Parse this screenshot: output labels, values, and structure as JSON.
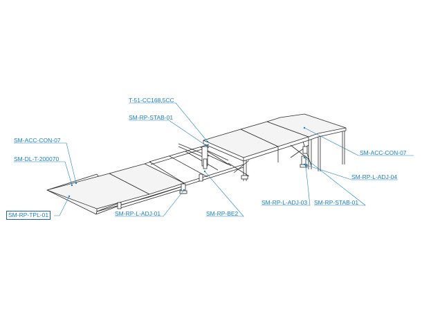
{
  "labels": {
    "t51": "T-51-CC168,5CC",
    "stab01_top": "SM-RP-STAB-01",
    "acc_con_left": "SM-ACC-CON-07",
    "dl_t": "SM-DL-T-200070",
    "acc_con_right": "SM-ACC-CON-07",
    "ladj04": "SM-RP-L-ADJ-04",
    "ladj03": "SM-RP-L-ADJ-03",
    "stab01_bottom": "SM-RP-STAB-01",
    "be2": "SM-RP-BE2",
    "ladj01": "SM-RP-L-ADJ-01",
    "tpl01": "SM-RP-TPL-01"
  },
  "colors": {
    "label": "#1a7fbf",
    "leader": "#1a7fbf",
    "line": "#2a2a2a",
    "deck_fill": "#f4f4f4",
    "box_border": "#1a5fa8"
  }
}
